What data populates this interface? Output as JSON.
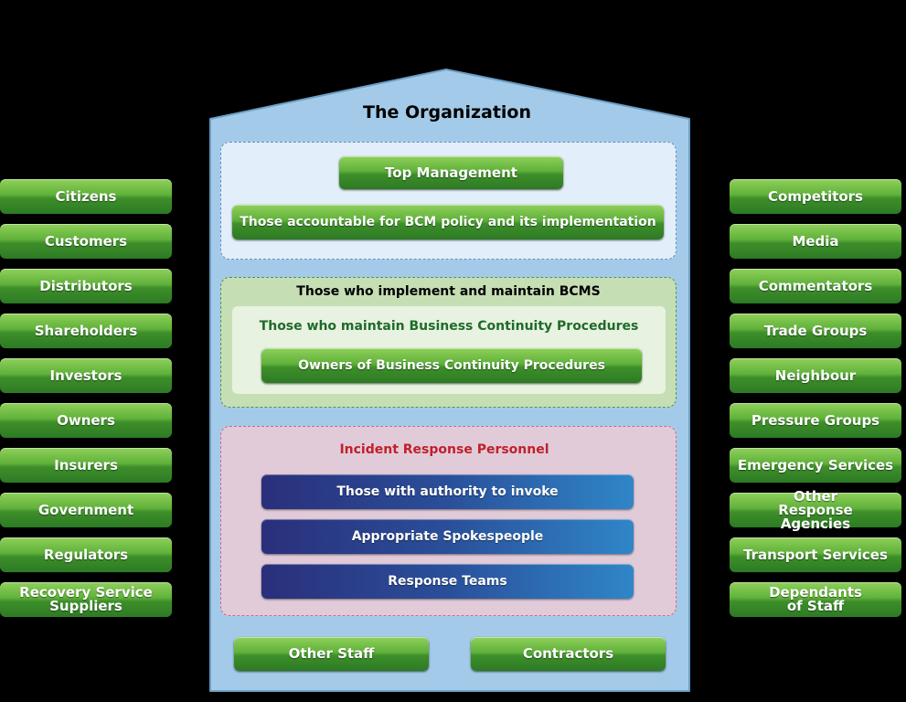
{
  "title": "The Organization",
  "top_section": {
    "top_management": "Top Management",
    "accountable": "Those accountable for BCM policy and its implementation"
  },
  "bcms_section": {
    "heading": "Those who implement and maintain BCMS",
    "sub_heading": "Those who maintain Business Continuity Procedures",
    "owners": "Owners of Business Continuity Procedures"
  },
  "incident_section": {
    "heading": "Incident Response Personnel",
    "items": [
      "Those with authority to invoke",
      "Appropriate Spokespeople",
      "Response Teams"
    ]
  },
  "bottom": {
    "other_staff": "Other Staff",
    "contractors": "Contractors"
  },
  "left_stakeholders": [
    "Citizens",
    "Customers",
    "Distributors",
    "Shareholders",
    "Investors",
    "Owners",
    "Insurers",
    "Government",
    "Regulators",
    "Recovery Service Suppliers"
  ],
  "right_stakeholders": [
    "Competitors",
    "Media",
    "Commentators",
    "Trade Groups",
    "Neighbour",
    "Pressure Groups",
    "Emergency Services",
    "Other Response Agencies",
    "Transport Services",
    "Dependants of Staff"
  ],
  "colors": {
    "house_fill": "#9fc9e8",
    "green_button": "#4f9f33",
    "blue_button": "#2a4f9a",
    "incident_heading": "#c0202a",
    "bcms_subheading": "#1e6b2a"
  }
}
